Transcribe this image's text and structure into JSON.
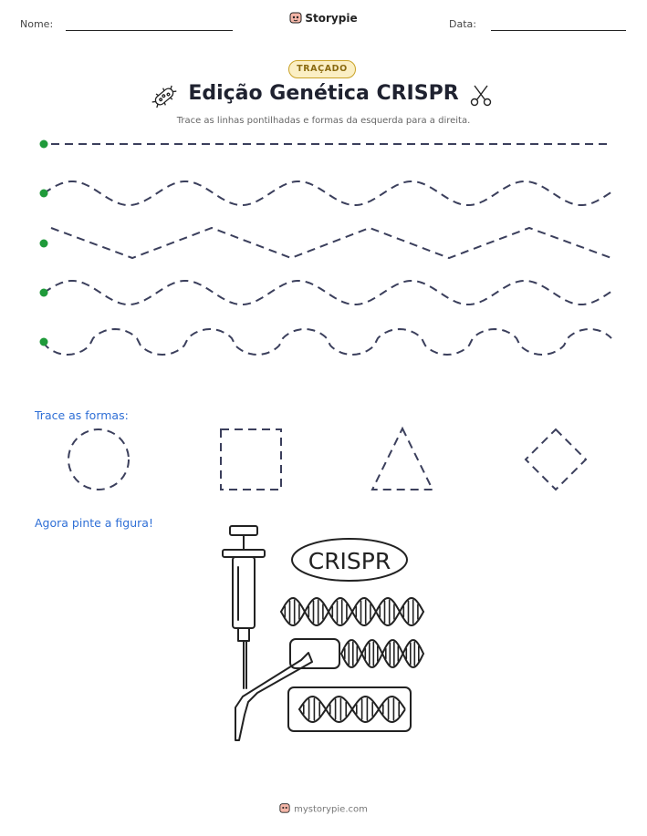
{
  "header": {
    "name_label": "Nome:",
    "date_label": "Data:",
    "brand": "Storypie"
  },
  "badge": "TRAÇADO",
  "title": "Edição Genética CRISPR",
  "subtitle": "Trace as linhas pontilhadas e formas da esquerda para a direita.",
  "tracing": {
    "start_dot_color": "#1f9a3a",
    "dash_color": "#3b3f5c",
    "rows": [
      {
        "pattern": "straight"
      },
      {
        "pattern": "wave"
      },
      {
        "pattern": "zigzag"
      },
      {
        "pattern": "wave"
      },
      {
        "pattern": "bumps"
      }
    ]
  },
  "shapes": {
    "label": "Trace as formas:",
    "items": [
      "circle",
      "square",
      "triangle",
      "diamond"
    ]
  },
  "coloring": {
    "label": "Agora pinte a figura!",
    "crispr_text": "CRISPR",
    "icons": [
      "syringe-icon",
      "pipette-icon",
      "dna-strand-icon"
    ]
  },
  "footer": {
    "site": "mystorypie.com"
  },
  "colors": {
    "accent_blue": "#2f6fd6",
    "badge_gold": "#c9a227",
    "start_dot": "#1f9a3a"
  }
}
